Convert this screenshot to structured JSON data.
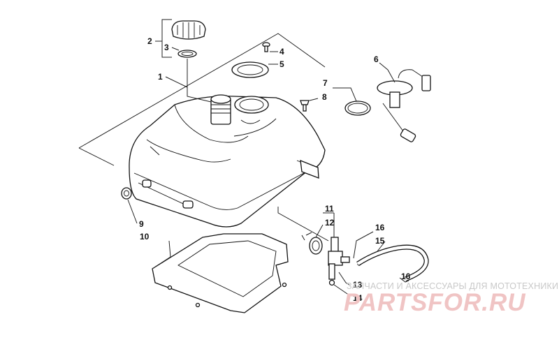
{
  "callouts": [
    {
      "id": "c1",
      "label": "1"
    },
    {
      "id": "c2",
      "label": "2"
    },
    {
      "id": "c3",
      "label": "3"
    },
    {
      "id": "c4",
      "label": "4"
    },
    {
      "id": "c5",
      "label": "5"
    },
    {
      "id": "c6",
      "label": "6"
    },
    {
      "id": "c7",
      "label": "7"
    },
    {
      "id": "c8",
      "label": "8"
    },
    {
      "id": "c9",
      "label": "9"
    },
    {
      "id": "c10",
      "label": "10"
    },
    {
      "id": "c11",
      "label": "11"
    },
    {
      "id": "c12",
      "label": "12"
    },
    {
      "id": "c13",
      "label": "13"
    },
    {
      "id": "c14",
      "label": "14"
    },
    {
      "id": "c15",
      "label": "15"
    },
    {
      "id": "c16a",
      "label": "16"
    },
    {
      "id": "c16b",
      "label": "16"
    }
  ],
  "watermark": {
    "caption": "ЗАПЧАСТИ И АКСЕССУАРЫ ДЛЯ МОТОТЕХНИКИ",
    "logo": "PARTSFOR.RU",
    "logo_color": "#f0c4c4"
  }
}
